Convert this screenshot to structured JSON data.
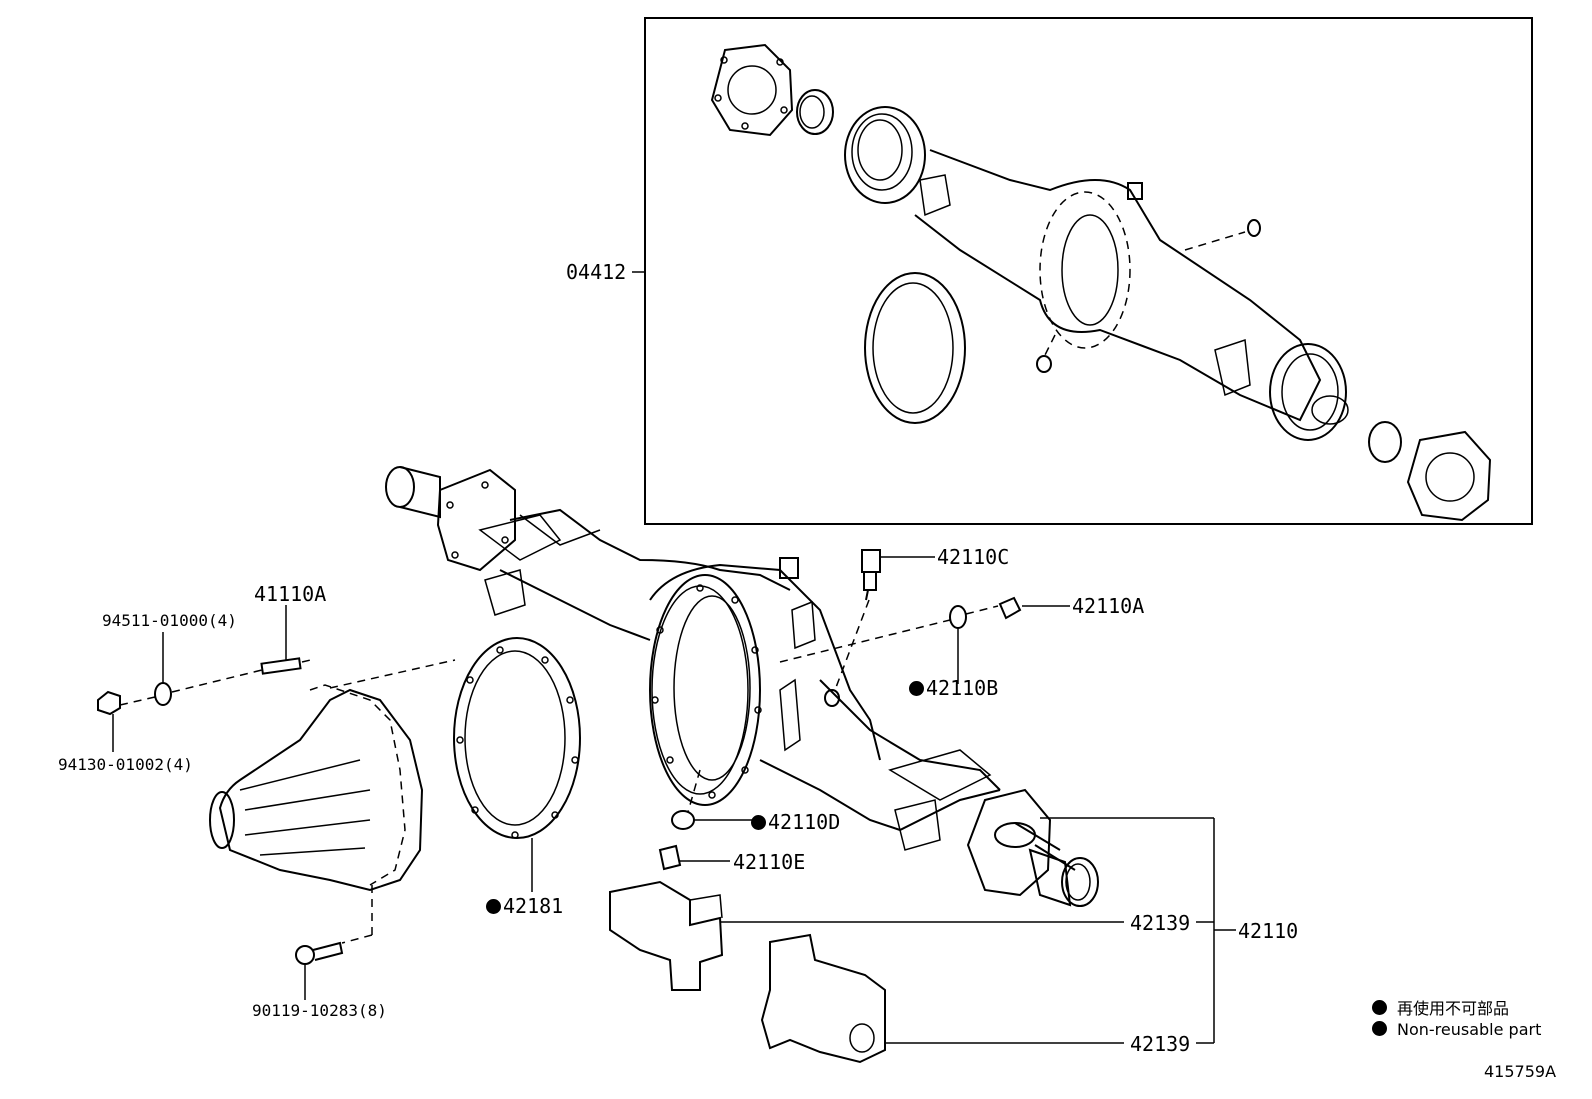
{
  "labels": {
    "kit": "04412",
    "p41110A": "41110A",
    "p94511": "94511-01000(4)",
    "p94130": "94130-01002(4)",
    "p90119": "90119-10283(8)",
    "p42181": "42181",
    "p42110C": "42110C",
    "p42110A": "42110A",
    "p42110B": "42110B",
    "p42110D": "42110D",
    "p42110E": "42110E",
    "p42139a": "42139",
    "p42139b": "42139",
    "p42110": "42110",
    "figure_id": "415759A"
  },
  "non_reusable_marks": [
    "42110B",
    "42110D",
    "42181"
  ],
  "legend": {
    "jp": "再使用不可部品",
    "en": "Non-reusable part"
  }
}
